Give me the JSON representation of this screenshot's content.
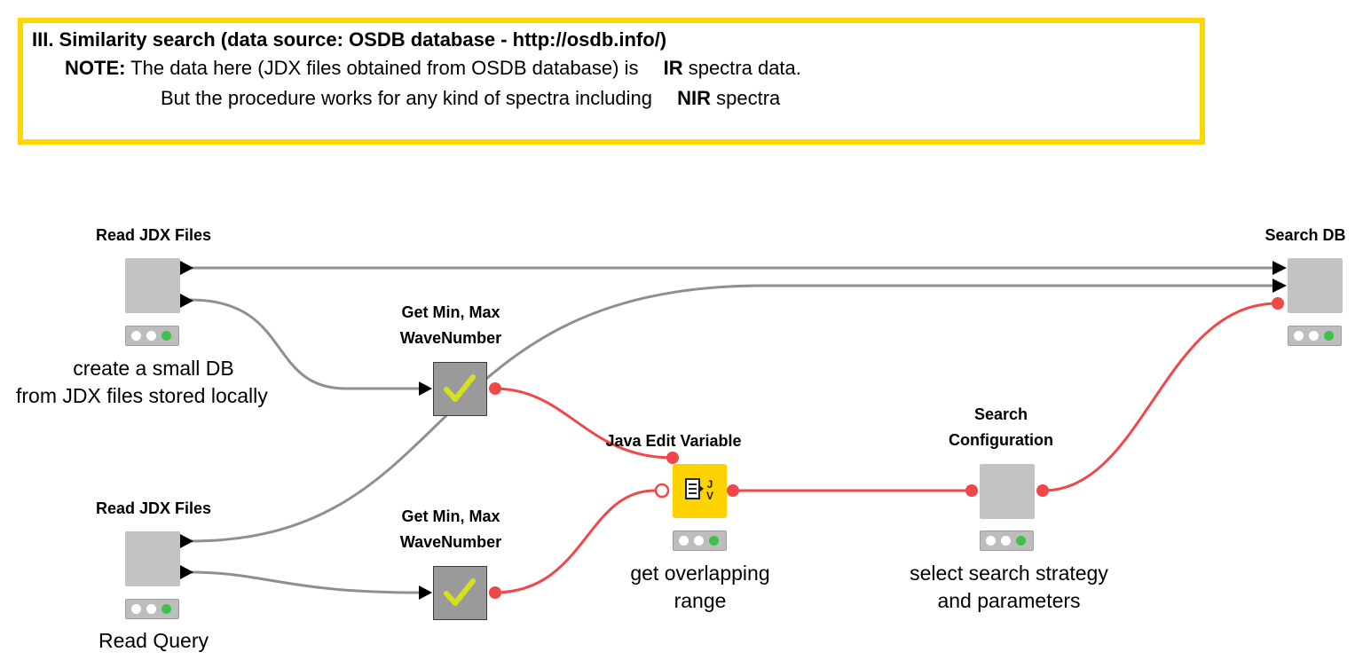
{
  "annotation": {
    "line1": "III. Similarity search (data source: OSDB database - http://osdb.info/)",
    "line2_note": "NOTE:",
    "line2_text": "The data here (JDX files obtained from OSDB database) is",
    "line2_ir": "IR",
    "line2_tail": "spectra data.",
    "line3_text": "But the procedure works for any kind of spectra including",
    "line3_nir": "NIR",
    "line3_tail": "spectra",
    "border_color": "#ffd700"
  },
  "nodes": {
    "read_jdx_db": {
      "label": "Read JDX Files",
      "desc_line1": "create a small DB",
      "desc_line2": "from JDX files stored locally"
    },
    "read_jdx_query": {
      "label": "Read JDX Files",
      "desc": "Read Query"
    },
    "minmax_top": {
      "label_line1": "Get Min, Max",
      "label_line2": "WaveNumber",
      "icon": "checkmark-icon"
    },
    "minmax_bottom": {
      "label_line1": "Get Min, Max",
      "label_line2": "WaveNumber",
      "icon": "checkmark-icon"
    },
    "java_edit": {
      "label": "Java Edit Variable",
      "desc_line1": "get overlapping",
      "desc_line2": "range",
      "icon": "java-snippet-icon",
      "icon_text": "J\nV"
    },
    "search_config": {
      "label_line1": "Search",
      "label_line2": "Configuration",
      "desc_line1": "select search strategy",
      "desc_line2": "and parameters"
    },
    "search_db": {
      "label": "Search DB"
    }
  },
  "colors": {
    "data_connection": "#8f8f8f",
    "variable_connection": "#f04848",
    "node_gray": "#c3c3c3",
    "java_node": "#fed100",
    "status_green": "#3ec04a"
  }
}
